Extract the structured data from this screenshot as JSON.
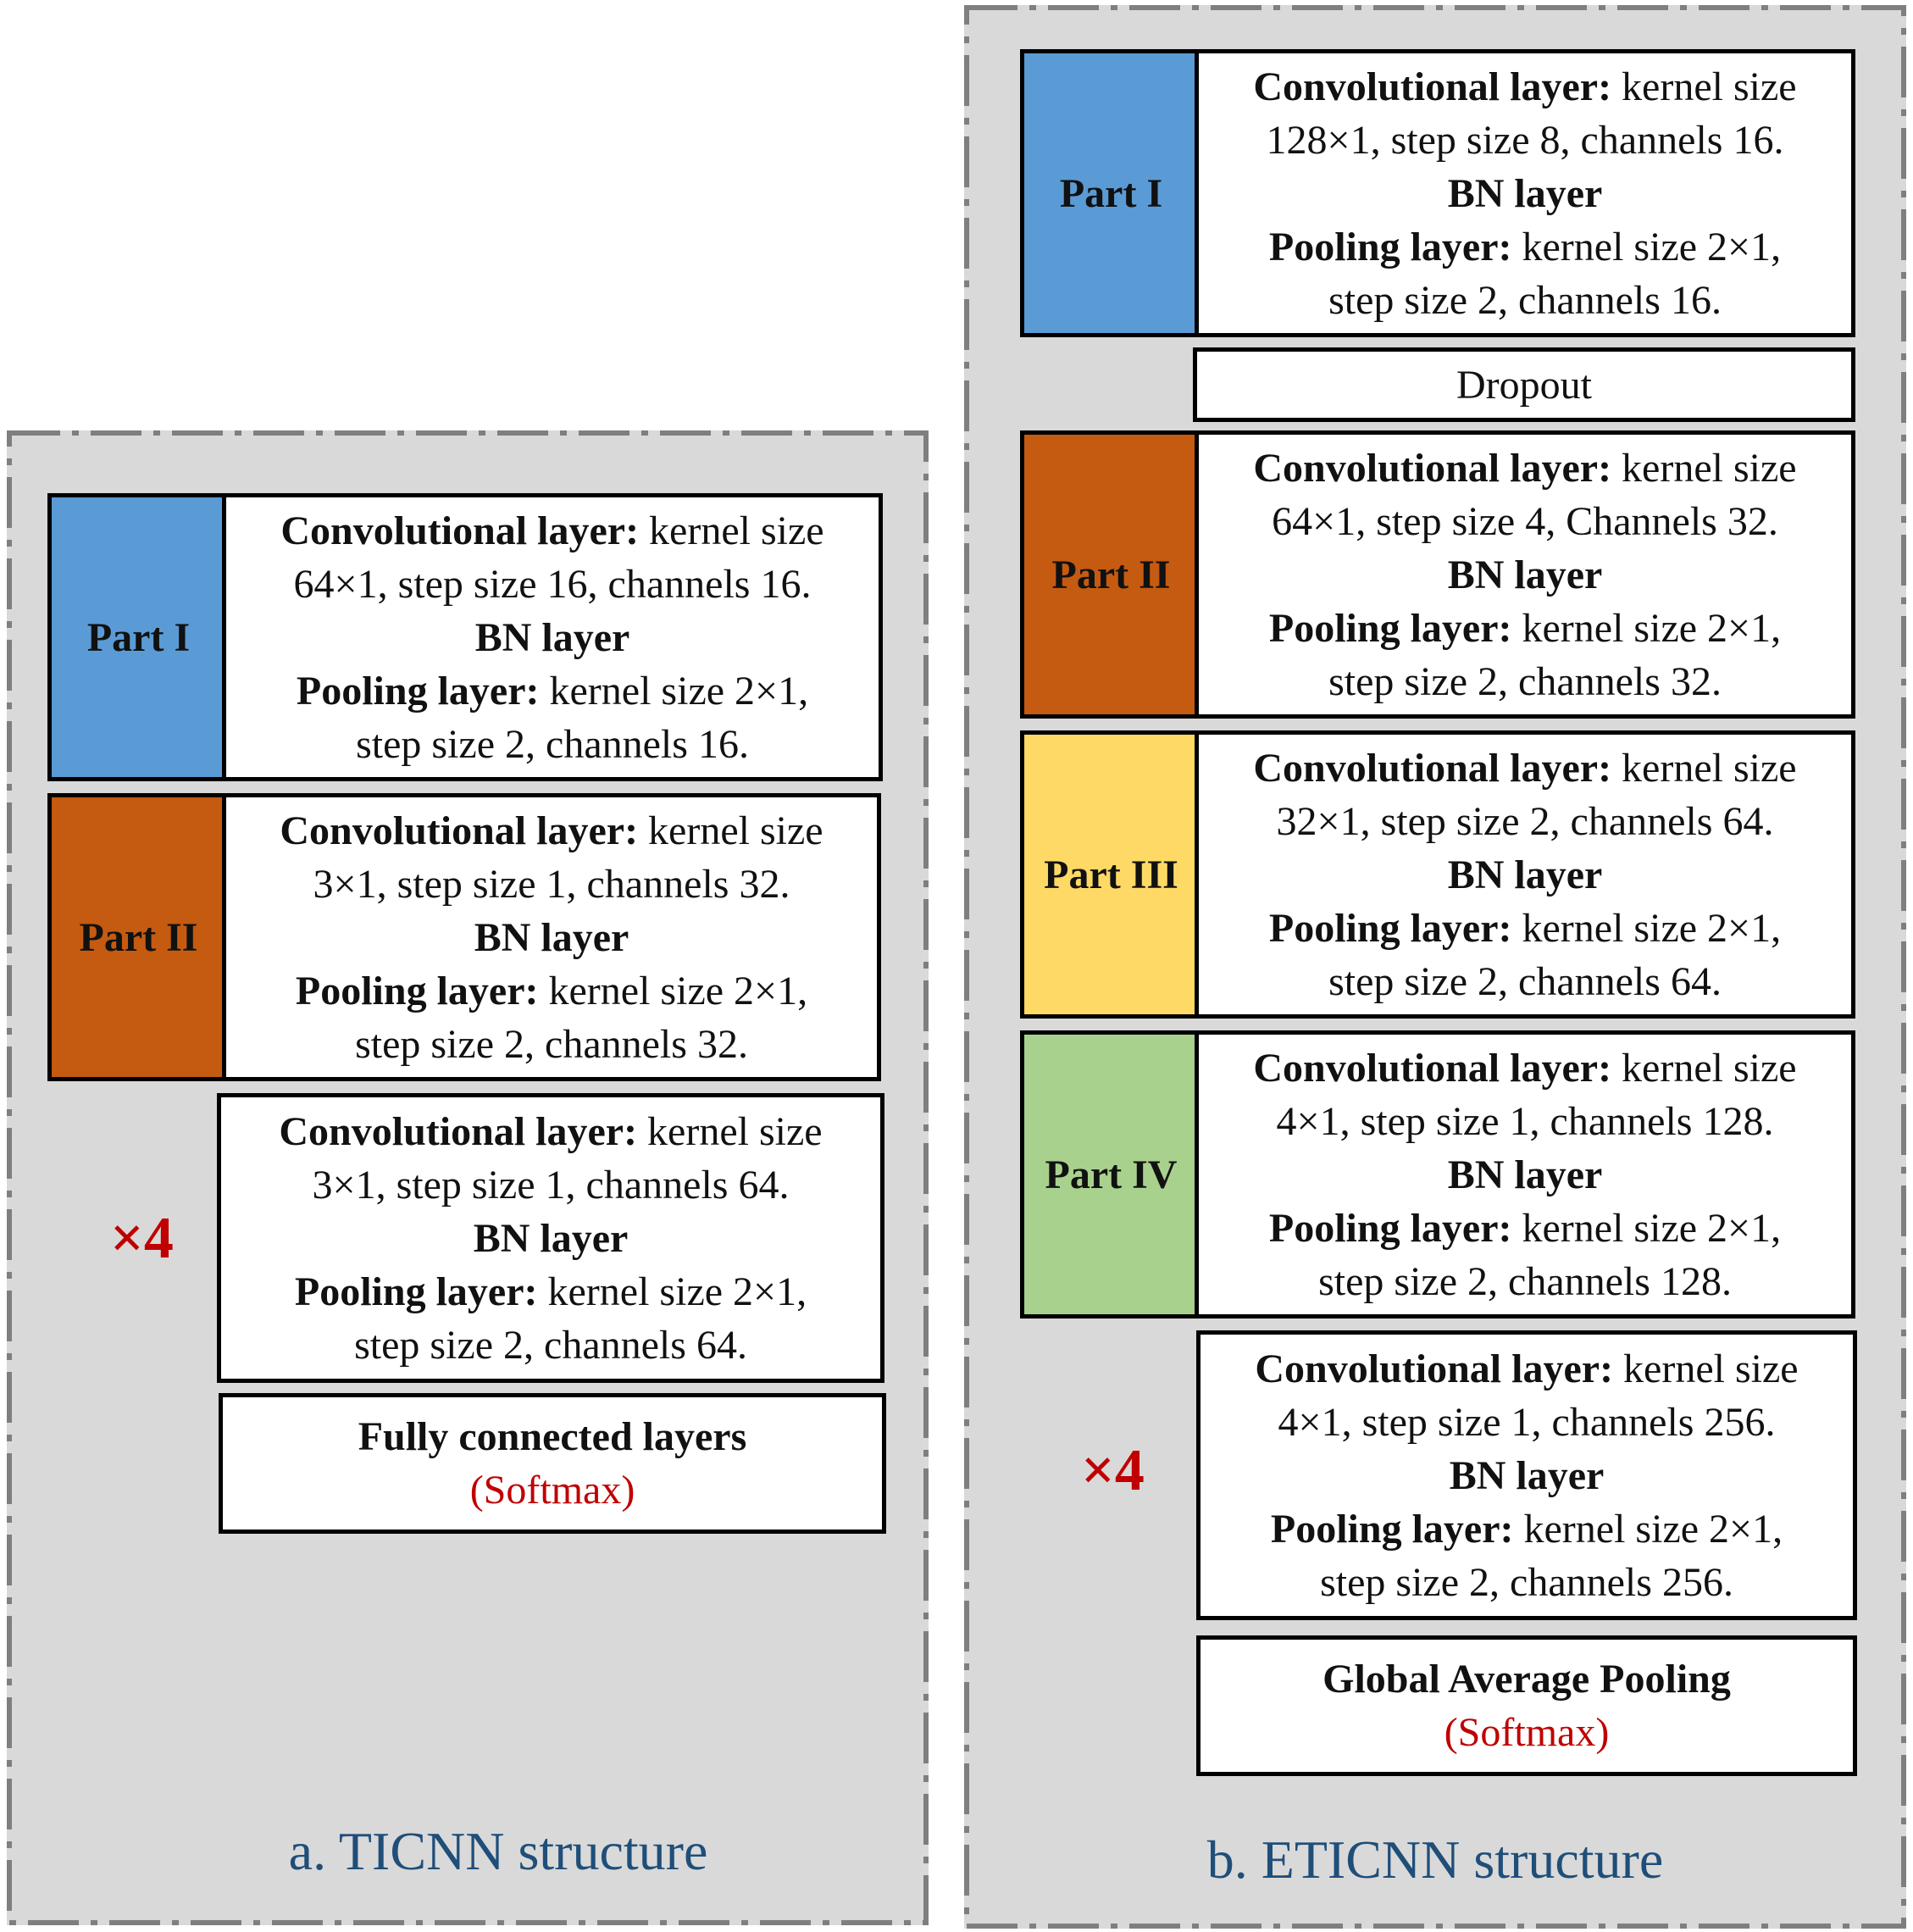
{
  "panel_a": {
    "caption": "a. TICNN structure",
    "parts": [
      {
        "label": "Part I",
        "color": "#5b9bd5",
        "conv_label": "Convolutional layer:",
        "conv_text1": " kernel size",
        "conv_text2": "64×1, step size 16, channels 16.",
        "bn": "BN layer",
        "pool_label": "Pooling layer:",
        "pool_text1": " kernel size 2×1,",
        "pool_text2": "step size  2,  channels 16."
      },
      {
        "label": "Part II",
        "color": "#c55a11",
        "conv_label": "Convolutional layer:",
        "conv_text1": " kernel size",
        "conv_text2": "3×1, step size 1, channels 32.",
        "bn": "BN layer",
        "pool_label": "Pooling layer:",
        "pool_text1": " kernel size 2×1,",
        "pool_text2": "step size  2,  channels 32."
      }
    ],
    "repeat": {
      "multiplier": "×4",
      "conv_label": "Convolutional layer:",
      "conv_text1": " kernel size",
      "conv_text2": "3×1, step size 1, channels 64.",
      "bn": "BN layer",
      "pool_label": "Pooling layer:",
      "pool_text1": " kernel size 2×1,",
      "pool_text2": "step size  2,  channels 64."
    },
    "final": {
      "title": "Fully connected layers",
      "subtitle": "(Softmax)"
    }
  },
  "panel_b": {
    "caption": "b. ETICNN structure",
    "parts": [
      {
        "label": "Part I",
        "color": "#5b9bd5",
        "conv_label": "Convolutional layer:",
        "conv_text1": " kernel size",
        "conv_text2": "128×1, step size 8, channels 16.",
        "bn": "BN layer",
        "pool_label": "Pooling layer:",
        "pool_text1": " kernel size 2×1,",
        "pool_text2": "step size  2,  channels 16."
      },
      {
        "label": "Part II",
        "color": "#c55a11",
        "conv_label": "Convolutional layer:",
        "conv_text1": " kernel size",
        "conv_text2": "64×1, step size 4, Channels 32.",
        "bn": "BN layer",
        "pool_label": "Pooling layer:",
        "pool_text1": " kernel size 2×1,",
        "pool_text2": "step size  2,  channels 32."
      },
      {
        "label": "Part III",
        "color": "#ffd966",
        "conv_label": "Convolutional layer:",
        "conv_text1": " kernel size",
        "conv_text2": "32×1, step size 2, channels 64.",
        "bn": "BN layer",
        "pool_label": "Pooling layer:",
        "pool_text1": " kernel size 2×1,",
        "pool_text2": "step size  2,  channels 64."
      },
      {
        "label": "Part IV",
        "color": "#a9d18e",
        "conv_label": "Convolutional layer:",
        "conv_text1": " kernel size",
        "conv_text2": "4×1, step size 1, channels 128.",
        "bn": "BN layer",
        "pool_label": "Pooling layer:",
        "pool_text1": " kernel size 2×1,",
        "pool_text2": "step size  2,  channels 128."
      }
    ],
    "dropout": "Dropout",
    "repeat": {
      "multiplier": "×4",
      "conv_label": "Convolutional layer:",
      "conv_text1": " kernel size",
      "conv_text2": "4×1, step size 1, channels 256.",
      "bn": "BN layer",
      "pool_label": "Pooling layer:",
      "pool_text1": " kernel size 2×1,",
      "pool_text2": "step size  2,  channels 256."
    },
    "final": {
      "title": "Global Average Pooling",
      "subtitle": "(Softmax)"
    }
  }
}
